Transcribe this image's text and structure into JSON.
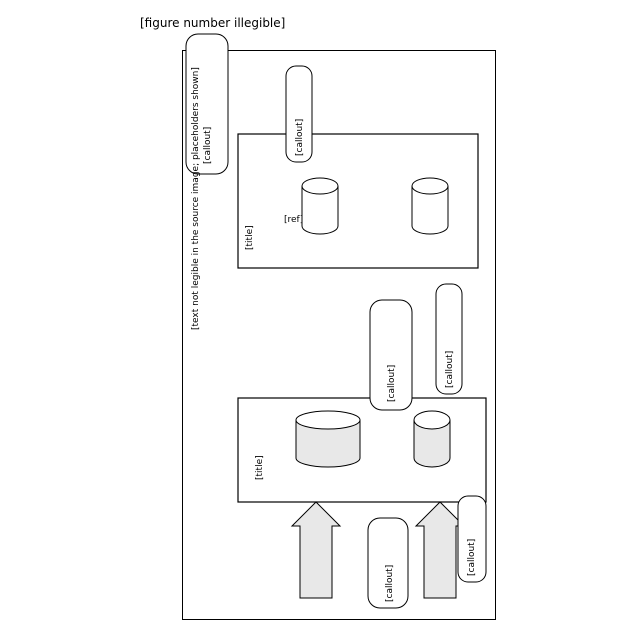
{
  "figure": {
    "number": "[figure number illegible]",
    "note": "[text not legible in the source image; placeholders shown]"
  },
  "blocks": {
    "free_block": {
      "ref": "[ref]",
      "title": "[title]"
    },
    "write_block": {
      "title": "[title]"
    }
  },
  "callouts": [
    "[callout]",
    "[callout]",
    "[callout]",
    "[callout]",
    "[callout]",
    "[callout]"
  ]
}
